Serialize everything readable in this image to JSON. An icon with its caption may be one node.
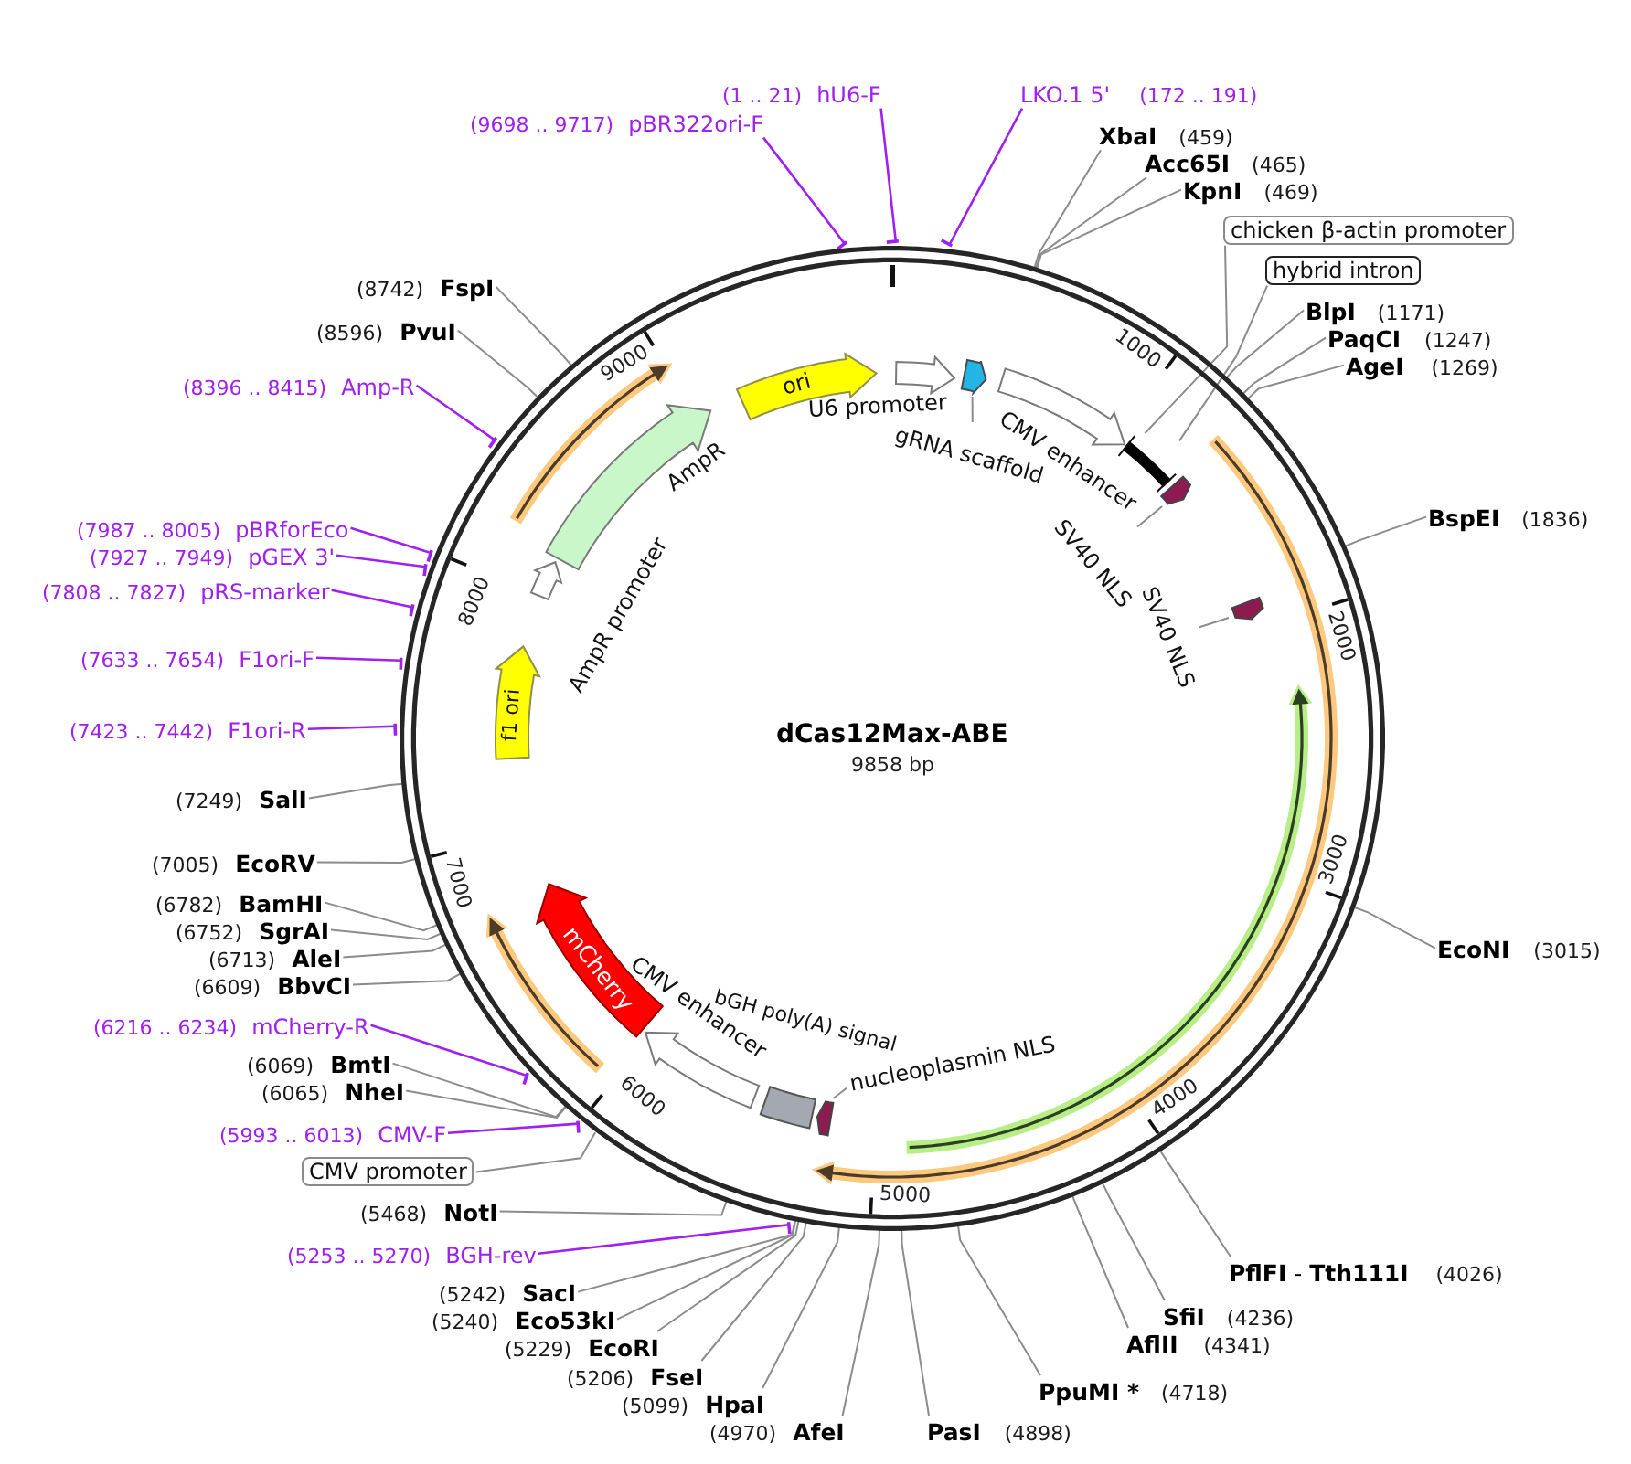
{
  "diagram": {
    "nodes": [
      {
        "text": [
          "dCas12Max-ABE",
          "9858 bp"
        ]
      },
      {
        "text": [
          "ori"
        ],
        "in": 0
      },
      {
        "text": [
          "U6 promoter"
        ],
        "in": 0
      },
      {
        "text": [],
        "shape": "arrow",
        "in": 0
      },
      {
        "text": [
          "gRNA scaffold"
        ],
        "in": 0
      },
      {
        "text": [
          "CMV enhancer"
        ],
        "in": 0
      },
      {
        "text": [],
        "shape": "bar",
        "in": 0
      },
      {
        "text": [],
        "shape": "arrow",
        "in": 0
      },
      {
        "text": [
          "SV40 NLS"
        ],
        "in": 0
      },
      {
        "text": [],
        "shape": "arrow",
        "in": 0
      },
      {
        "text": [
          "SV40 NLS"
        ],
        "in": 0
      },
      {
        "text": [],
        "shape": "arrow",
        "in": 0
      },
      {
        "text": [
          "nucleoplasmin NLS"
        ],
        "in": 0
      },
      {
        "text": [
          "bGH poly(A) signal"
        ],
        "in": 0
      },
      {
        "text": [
          "CMV enhancer"
        ],
        "in": 0
      },
      {
        "text": [
          "mCherry"
        ],
        "in": 0
      },
      {
        "text": [
          "f1 ori"
        ],
        "in": 0
      },
      {
        "text": [
          "AmpR promoter"
        ],
        "in": 0
      },
      {
        "text": [
          "AmpR"
        ],
        "in": 0
      },
      {
        "text": [
          "(1 .. 21)",
          "hU6-F"
        ]
      },
      {
        "text": [
          "LKO.1 5'",
          "(172 .. 191)"
        ]
      },
      {
        "text": [
          "XbaI",
          "(459)"
        ]
      },
      {
        "text": [
          "Acc65I",
          "(465)"
        ]
      },
      {
        "text": [
          "KpnI",
          "(469)"
        ]
      },
      {
        "text": [
          "chicken β-actin promoter"
        ]
      },
      {
        "text": [
          "hybrid intron"
        ]
      },
      {
        "text": [
          "BlpI",
          "(1171)"
        ]
      },
      {
        "text": [
          "PaqCI",
          "(1247)"
        ]
      },
      {
        "text": [
          "AgeI",
          "(1269)"
        ]
      },
      {
        "text": [
          "BspEI",
          "(1836)"
        ]
      },
      {
        "text": [
          "EcoNI",
          "(3015)"
        ]
      },
      {
        "text": [
          "**PflFI** - **Tth111I**",
          "(4026)"
        ]
      },
      {
        "text": [
          "SfiI",
          "(4236)"
        ]
      },
      {
        "text": [
          "AflII",
          "(4341)"
        ]
      },
      {
        "text": [
          "PpuMI *",
          "(4718)"
        ]
      },
      {
        "text": [
          "PasI",
          "(4898)"
        ]
      },
      {
        "text": [
          "(4970)",
          "AfeI"
        ]
      },
      {
        "text": [
          "(5099)",
          "HpaI"
        ]
      },
      {
        "text": [
          "(5206)",
          "FseI"
        ]
      },
      {
        "text": [
          "(5229)",
          "EcoRI"
        ]
      },
      {
        "text": [
          "(5240)",
          "Eco53kI"
        ]
      },
      {
        "text": [
          "(5242)",
          "SacI"
        ]
      },
      {
        "text": [
          "(5253 .. 5270)",
          "BGH-rev"
        ]
      },
      {
        "text": [
          "(5468)",
          "NotI"
        ]
      },
      {
        "text": [
          "CMV promoter"
        ]
      },
      {
        "text": [
          "(5993 .. 6013)",
          "CMV-F"
        ]
      },
      {
        "text": [
          "(6065)",
          "NheI"
        ]
      },
      {
        "text": [
          "(6069)",
          "BmtI"
        ]
      },
      {
        "text": [
          "(6216 .. 6234)",
          "mCherry-R"
        ]
      },
      {
        "text": [
          "(6609)",
          "BbvCI"
        ]
      },
      {
        "text": [
          "(6713)",
          "AleI"
        ]
      },
      {
        "text": [
          "(6752)",
          "SgrAI"
        ]
      },
      {
        "text": [
          "(6782)",
          "BamHI"
        ]
      },
      {
        "text": [
          "(7005)",
          "EcoRV"
        ]
      },
      {
        "text": [
          "(7249)",
          "SalI"
        ]
      },
      {
        "text": [
          "(7423 .. 7442)",
          "F1ori-R"
        ]
      },
      {
        "text": [
          "(7633 .. 7654)",
          "F1ori-F"
        ]
      },
      {
        "text": [
          "(7808 .. 7827)",
          "pRS-marker"
        ]
      },
      {
        "text": [
          "(7927 .. 7949)",
          "pGEX 3'"
        ]
      },
      {
        "text": [
          "(7987 .. 8005)",
          "pBRforEco"
        ]
      },
      {
        "text": [
          "(8396 .. 8415)",
          "Amp-R"
        ]
      },
      {
        "text": [
          "(8596)",
          "PvuI"
        ]
      },
      {
        "text": [
          "(8742)",
          "FspI"
        ]
      },
      {
        "text": [
          "(9698 .. 9717)",
          "pBR322ori-F"
        ]
      }
    ],
    "edges": [
      {
        "from": 4,
        "to": 3,
        "arrow": "none"
      },
      {
        "from": 8,
        "to": 7,
        "arrow": "none"
      },
      {
        "from": 10,
        "to": 9,
        "arrow": "none"
      },
      {
        "from": 12,
        "to": 11,
        "arrow": "none"
      },
      {
        "from": 19,
        "to": 0,
        "arrow": "other",
        "color": "#a020f0"
      },
      {
        "from": 20,
        "to": 0,
        "arrow": "other",
        "color": "#a020f0"
      },
      {
        "from": 21,
        "to": 0,
        "arrow": "none"
      },
      {
        "from": 22,
        "to": 0,
        "arrow": "none"
      },
      {
        "from": 23,
        "to": 0,
        "arrow": "none"
      },
      {
        "from": 24,
        "to": 6,
        "arrow": "none"
      },
      {
        "from": 25,
        "to": 6,
        "arrow": "none"
      },
      {
        "from": 26,
        "to": 0,
        "arrow": "none"
      },
      {
        "from": 27,
        "to": 0,
        "arrow": "none"
      },
      {
        "from": 28,
        "to": 0,
        "arrow": "none"
      },
      {
        "from": 29,
        "to": 0,
        "arrow": "none"
      },
      {
        "from": 30,
        "to": 0,
        "arrow": "none"
      },
      {
        "from": 31,
        "to": 0,
        "arrow": "none"
      },
      {
        "from": 32,
        "to": 0,
        "arrow": "none"
      },
      {
        "from": 33,
        "to": 0,
        "arrow": "none"
      },
      {
        "from": 34,
        "to": 0,
        "arrow": "none"
      },
      {
        "from": 35,
        "to": 0,
        "arrow": "none"
      },
      {
        "from": 36,
        "to": 0,
        "arrow": "none"
      },
      {
        "from": 37,
        "to": 0,
        "arrow": "none"
      },
      {
        "from": 38,
        "to": 0,
        "arrow": "none"
      },
      {
        "from": 39,
        "to": 0,
        "arrow": "none"
      },
      {
        "from": 40,
        "to": 0,
        "arrow": "none"
      },
      {
        "from": 41,
        "to": 0,
        "arrow": "none"
      },
      {
        "from": 42,
        "to": 0,
        "arrow": "other",
        "color": "#a020f0"
      },
      {
        "from": 43,
        "to": 0,
        "arrow": "none"
      },
      {
        "from": 44,
        "to": 0,
        "arrow": "none"
      },
      {
        "from": 45,
        "to": 0,
        "arrow": "other",
        "color": "#a020f0"
      },
      {
        "from": 46,
        "to": 0,
        "arrow": "none"
      },
      {
        "from": 47,
        "to": 0,
        "arrow": "none"
      },
      {
        "from": 48,
        "to": 0,
        "arrow": "other",
        "color": "#a020f0"
      },
      {
        "from": 49,
        "to": 0,
        "arrow": "none"
      },
      {
        "from": 50,
        "to": 0,
        "arrow": "none"
      },
      {
        "from": 51,
        "to": 0,
        "arrow": "none"
      },
      {
        "from": 52,
        "to": 0,
        "arrow": "none"
      },
      {
        "from": 53,
        "to": 0,
        "arrow": "none"
      },
      {
        "from": 54,
        "to": 0,
        "arrow": "none"
      },
      {
        "from": 55,
        "to": 0,
        "arrow": "other",
        "color": "#a020f0"
      },
      {
        "from": 56,
        "to": 0,
        "arrow": "other",
        "color": "#a020f0"
      },
      {
        "from": 57,
        "to": 0,
        "arrow": "other",
        "color": "#a020f0"
      },
      {
        "from": 58,
        "to": 0,
        "arrow": "other",
        "color": "#a020f0"
      },
      {
        "from": 59,
        "to": 0,
        "arrow": "other",
        "color": "#a020f0"
      },
      {
        "from": 60,
        "to": 0,
        "arrow": "other",
        "color": "#a020f0"
      },
      {
        "from": 61,
        "to": 0,
        "arrow": "none"
      },
      {
        "from": 62,
        "to": 0,
        "arrow": "none"
      },
      {
        "from": 63,
        "to": 0,
        "arrow": "other",
        "color": "#a020f0"
      }
    ],
    "labels": [
      "1000",
      "2000",
      "3000",
      "4000",
      "5000",
      "6000",
      "7000",
      "8000",
      "9000"
    ]
  }
}
